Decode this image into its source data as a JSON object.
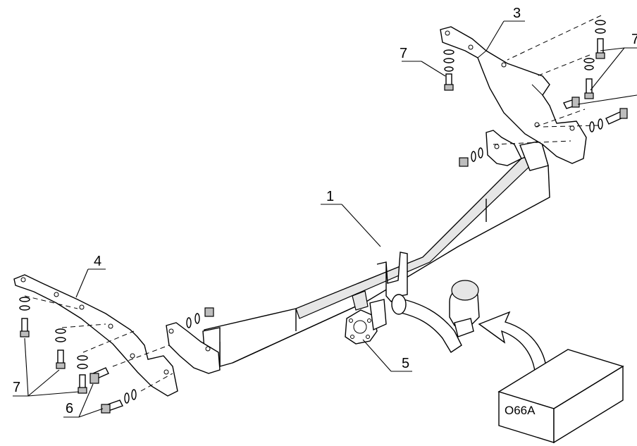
{
  "labels": {
    "main_bar": "1",
    "right_bracket": "3",
    "left_bracket": "4",
    "socket_plate": "5",
    "bolts": "6",
    "bolt_sets": "7"
  },
  "box": {
    "code": "O66A"
  }
}
